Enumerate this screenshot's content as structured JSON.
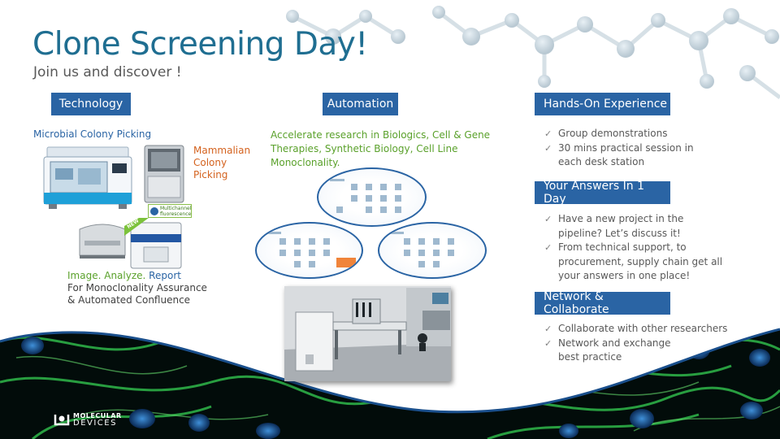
{
  "title": "Clone Screening Day!",
  "subtitle": "Join us and discover !",
  "sections": {
    "technology": {
      "header": "Technology",
      "microbial_label": "Microbial Colony Picking",
      "mammalian_label": "Mammalian Colony Picking",
      "product_badge": "Multichannel fluorescence",
      "new_tag": "NEW",
      "iar_image": "Image.",
      "iar_analyze": "Analyze.",
      "iar_report": "Report",
      "monoclonality_text": "For Monoclonality Assurance & Automated Confluence"
    },
    "automation": {
      "header": "Automation",
      "description": "Accelerate research in Biologics, Cell & Gene Therapies, Synthetic Biology, Cell Line Monoclonality."
    },
    "hands_on": {
      "header": "Hands-On Experience",
      "items": [
        "Group demonstrations",
        "30 mins practical session in each desk station"
      ]
    },
    "answers": {
      "header": "Your Answers In 1 Day",
      "items": [
        "Have a new project in the pipeline? Let’s discuss it!",
        "From technical support, to procurement, supply chain get all your answers in one place!"
      ]
    },
    "network": {
      "header": "Network & Collaborate",
      "items": [
        "Collaborate with other researchers",
        "Network and exchange best practice"
      ]
    }
  },
  "logo": {
    "line1": "MOLECULAR",
    "line2": "DEVICES"
  },
  "colors": {
    "title": "#1f6e91",
    "header_bg": "#2a64a4",
    "accent_green": "#5aa12b",
    "accent_orange": "#d4621e"
  },
  "icons": {
    "check": "check-icon"
  }
}
